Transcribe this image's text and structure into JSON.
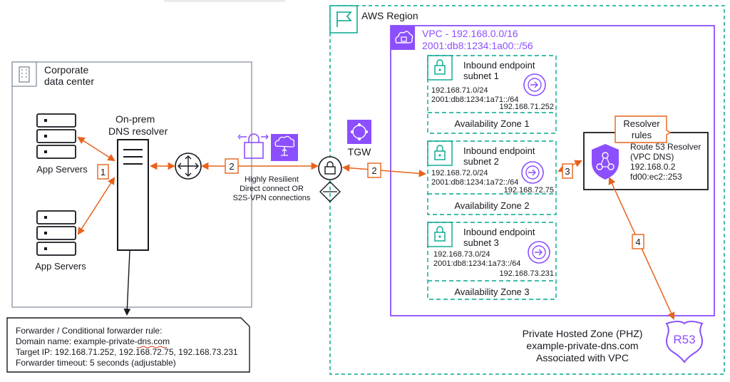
{
  "colors": {
    "orange": "#e7621b",
    "purple": "#8c4fff",
    "teal": "#01a88d",
    "corp_border": "#7d8998",
    "black": "#16191f"
  },
  "aws_region": {
    "label": "AWS Region"
  },
  "vpc": {
    "line1": "VPC - 192.168.0.0/16",
    "line2": "2001:db8:1234:1a00::/56"
  },
  "corporate": {
    "line1": "Corporate",
    "line2": "data center"
  },
  "app_servers_top": "App Servers",
  "app_servers_bottom": "App Servers",
  "onprem": {
    "line1": "On-prem",
    "line2": "DNS resolver"
  },
  "connection": {
    "line1": "Highly Resilient",
    "line2": "Direct connect OR",
    "line3": "S2S-VPN connections"
  },
  "tgw": {
    "label": "TGW"
  },
  "steps": {
    "s1": "1",
    "s2a": "2",
    "s2b": "2",
    "s3": "3",
    "s4": "4"
  },
  "subnets": [
    {
      "title1": "Inbound endpoint",
      "title2": "subnet 1",
      "ipv4": "192.168.71.0/24",
      "ipv6": "2001:db8:1234:1a71::/64",
      "ip": "192.168.71.252",
      "az": "Availability Zone 1"
    },
    {
      "title1": "Inbound endpoint",
      "title2": "subnet 2",
      "ipv4": "192.168.72.0/24",
      "ipv6": "2001:db8:1234:1a72::/64",
      "ip": "192.168.72.75",
      "az": "Availability Zone 2"
    },
    {
      "title1": "Inbound endpoint",
      "title2": "subnet 3",
      "ipv4": "192.168.73.0/24",
      "ipv6": "2001:db8:1234:1a73::/64",
      "ip": "192.168.73.231",
      "az": "Availability Zone 3"
    }
  ],
  "resolver_rules": {
    "line1": "Resolver",
    "line2": "rules"
  },
  "route53": {
    "line1": "Route 53 Resolver",
    "line2": "(VPC DNS)",
    "line3": "192.168.0.2",
    "line4": "fd00:ec2::253"
  },
  "phz": {
    "line1": "Private Hosted Zone (PHZ)",
    "line2": "example-private-dns.com",
    "line3": "Associated with VPC"
  },
  "r53_badge": "R53",
  "forwarder": {
    "line1": "Forwarder / Conditional forwarder rule:",
    "line2": "Domain name: example-private-dns.com",
    "line3": "Target IP: 192.168.71.252, 192.168.72.75, 192.168.73.231",
    "line4": "Forwarder timeout: 5 seconds (adjustable)"
  }
}
